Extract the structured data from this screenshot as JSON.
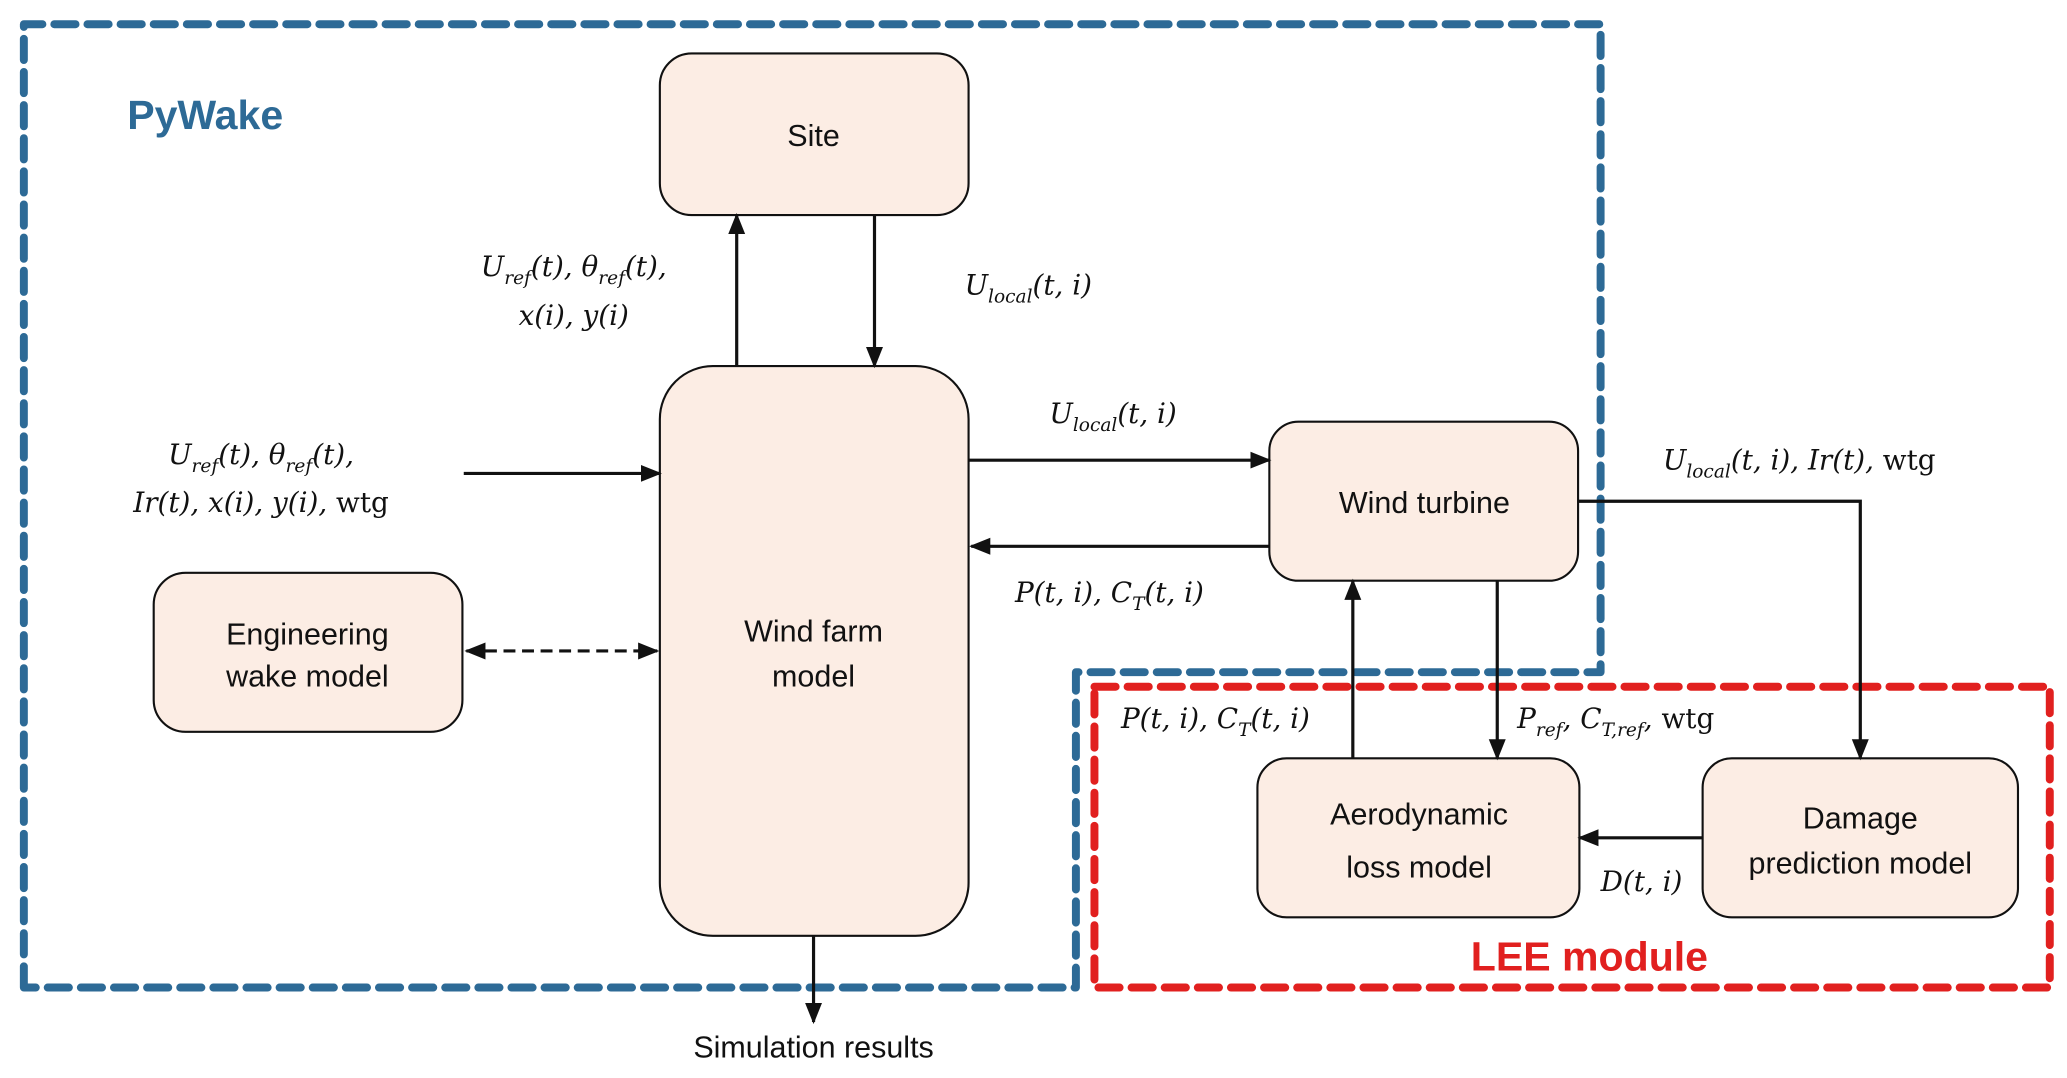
{
  "colors": {
    "pywake": "#2d6a96",
    "lee": "#e1201f",
    "box_fill": "#fcede4",
    "ink": "#111111"
  },
  "regions": {
    "pywake": {
      "title": "PyWake"
    },
    "lee": {
      "title": "LEE module"
    }
  },
  "blocks": {
    "site": {
      "label": "Site"
    },
    "wind_farm": {
      "line1": "Wind farm",
      "line2": "model"
    },
    "wake": {
      "line1": "Engineering",
      "line2": "wake model"
    },
    "turbine": {
      "label": "Wind turbine"
    },
    "aero": {
      "line1": "Aerodynamic",
      "line2": "loss model"
    },
    "damage": {
      "line1": "Damage",
      "line2": "prediction model"
    }
  },
  "edges": {
    "farm_to_site": {
      "l1a": "U",
      "l1a_sub": "ref",
      "l1b": "(t), ",
      "l1c": "θ",
      "l1c_sub": "ref",
      "l1d": "(t),",
      "l2": "x(i), y(i)"
    },
    "site_to_farm": {
      "a": "U",
      "a_sub": "local",
      "b": "(t, i)"
    },
    "input_to_farm": {
      "l1a": "U",
      "l1a_sub": "ref",
      "l1b": "(t), ",
      "l1c": "θ",
      "l1c_sub": "ref",
      "l1d": "(t),",
      "l2a": "Ir(t), x(i), y(i), ",
      "l2b": "wtg"
    },
    "farm_to_turbine": {
      "a": "U",
      "a_sub": "local",
      "b": "(t, i)"
    },
    "turbine_to_farm": {
      "a": "P(t, i), C",
      "a_sub": "T",
      "b": "(t, i)"
    },
    "turbine_to_damage": {
      "a": "U",
      "a_sub": "local",
      "b": "(t, i), Ir(t), ",
      "c": "wtg"
    },
    "aero_to_turbine": {
      "a": "P(t, i), C",
      "a_sub": "T",
      "b": "(t, i)"
    },
    "turbine_to_aero": {
      "a": "P",
      "a_sub": "ref",
      "b": ", C",
      "b_sub": "T,ref",
      "c": ", ",
      "d": "wtg"
    },
    "damage_to_aero": {
      "a": "D(t, i)"
    },
    "farm_output": {
      "label": "Simulation results"
    }
  }
}
